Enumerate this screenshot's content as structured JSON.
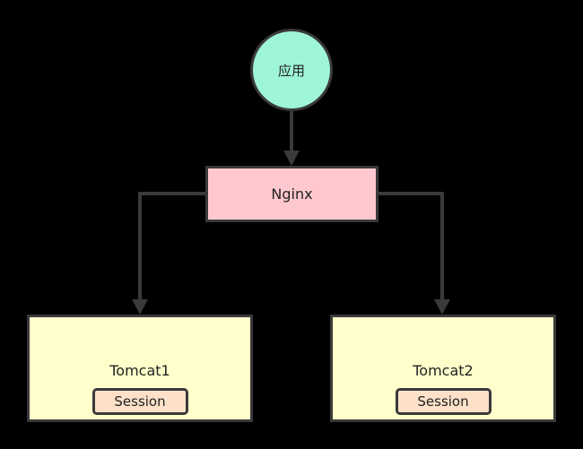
{
  "nodes": {
    "app": {
      "label": "应用"
    },
    "nginx": {
      "label": "Nginx"
    },
    "tomcat1": {
      "label": "Tomcat1",
      "session": "Session"
    },
    "tomcat2": {
      "label": "Tomcat2",
      "session": "Session"
    }
  },
  "colors": {
    "background": "#000000",
    "app_fill": "#9ef5d8",
    "nginx_fill": "#ffc8cf",
    "tomcat_fill": "#ffffcb",
    "session_fill": "#fde0c8",
    "stroke": "#3a3a3a"
  },
  "edges": [
    {
      "from": "app",
      "to": "nginx"
    },
    {
      "from": "nginx",
      "to": "tomcat1"
    },
    {
      "from": "nginx",
      "to": "tomcat2"
    }
  ]
}
